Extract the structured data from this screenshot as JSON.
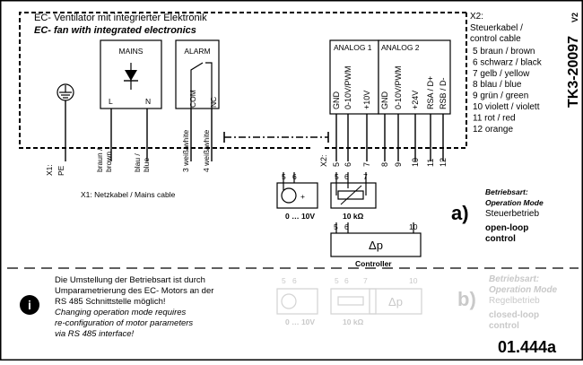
{
  "header": {
    "title_de": "EC- Ventilator mit integrierter Elektronik",
    "title_en": "EC- fan with integrated electronics"
  },
  "doc_code": "TK3-20097",
  "doc_version": "V2",
  "ground": {
    "x1_label": "X1:",
    "pe_label": "PE"
  },
  "mains": {
    "title": "MAINS",
    "l": "L",
    "n": "N",
    "wire_l_1": "braun /",
    "wire_l_2": "brown",
    "wire_n_1": "blau /",
    "wire_n_2": "blue"
  },
  "alarm": {
    "title": "ALARM",
    "com": "COM",
    "nc": "NC",
    "wire_1": "3 weiß/white",
    "wire_2": "4 weiß/white"
  },
  "netzkabel": "X1: Netzkabel / Mains cable",
  "analog": {
    "a1": "ANALOG 1",
    "a2": "ANALOG 2",
    "terms": [
      "GND",
      "0-10V/PWM",
      "+10V",
      "GND",
      "0-10V/PWM",
      "+24V",
      "RSA / D+",
      "RSB / D-"
    ],
    "nums": [
      "5",
      "6",
      "7",
      "8",
      "9",
      "10",
      "11",
      "12"
    ],
    "x2": "X2:"
  },
  "cable": {
    "heading_1": "X2:",
    "heading_2": "Steuerkabel /",
    "heading_3": "control cable",
    "items": [
      "5  braun / brown",
      "6  schwarz / black",
      "7  gelb / yellow",
      "8  blau / blue",
      "9  grün / green",
      "10 violett / violett",
      "11 rot / red",
      "12 orange"
    ]
  },
  "devices": {
    "volt_label": "0 … 10V",
    "pot_label": "10 kΩ",
    "pin5": "5",
    "pin6": "6",
    "pin7": "7",
    "pin10": "10",
    "delta_p": "Δp",
    "controller": "Controller"
  },
  "mode_a": {
    "letter": "a)",
    "line_1": "Betriebsart:",
    "line_2": "Operation Mode",
    "line_3": "Steuerbetrieb",
    "line_4": "open-loop",
    "line_5": "control"
  },
  "mode_b": {
    "letter": "b)",
    "line_1": "Betriebsart:",
    "line_2": "Operation Mode",
    "line_3": "Regelbetrieb",
    "line_4": "closed-loop",
    "line_5": "control"
  },
  "note": {
    "icon": "info-icon",
    "de_1": "Die Umstellung der Betriebsart ist durch",
    "de_2": "Umparametrierung des EC- Motors an der",
    "de_3": "RS 485 Schnittstelle möglich!",
    "en_1": "Changing operation mode requires",
    "en_2": "re-configuration of motor parameters",
    "en_3": "via RS 485 interface!"
  },
  "drawing_number": "01.444a"
}
